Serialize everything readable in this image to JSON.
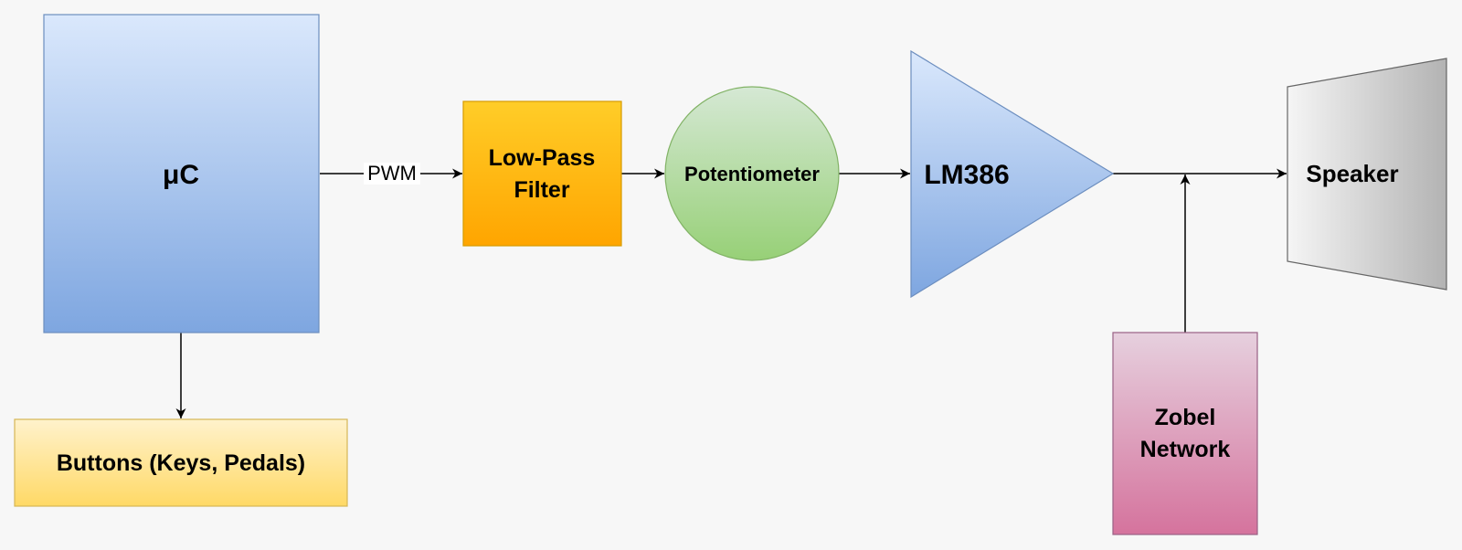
{
  "nodes": {
    "mcu": {
      "label": "μC"
    },
    "buttons": {
      "label": "Buttons (Keys, Pedals)"
    },
    "lowpass": {
      "line1": "Low-Pass",
      "line2": "Filter"
    },
    "pot": {
      "label": "Potentiometer"
    },
    "amp": {
      "label": "LM386"
    },
    "speaker": {
      "label": "Speaker"
    },
    "zobel": {
      "line1": "Zobel",
      "line2": "Network"
    }
  },
  "edges": {
    "pwm": {
      "label": "PWM"
    }
  },
  "colors": {
    "background": "#f7f7f7",
    "blue_top": "#dae8fc",
    "blue_bottom": "#7ea6e0",
    "blue_stroke": "#6c8ebf",
    "yellow_top": "#fff2cc",
    "yellow_bottom": "#ffd966",
    "yellow_stroke": "#d6b656",
    "orange_top": "#ffcd28",
    "orange_bottom": "#ffa500",
    "orange_stroke": "#d79b00",
    "green_top": "#d5e8d4",
    "green_bottom": "#97d077",
    "green_stroke": "#82b366",
    "gray_top": "#f5f5f5",
    "gray_bottom": "#b3b3b3",
    "gray_stroke": "#666666",
    "pink_top": "#e6d0de",
    "pink_bottom": "#d5739d",
    "pink_stroke": "#996185",
    "line": "#000000"
  }
}
